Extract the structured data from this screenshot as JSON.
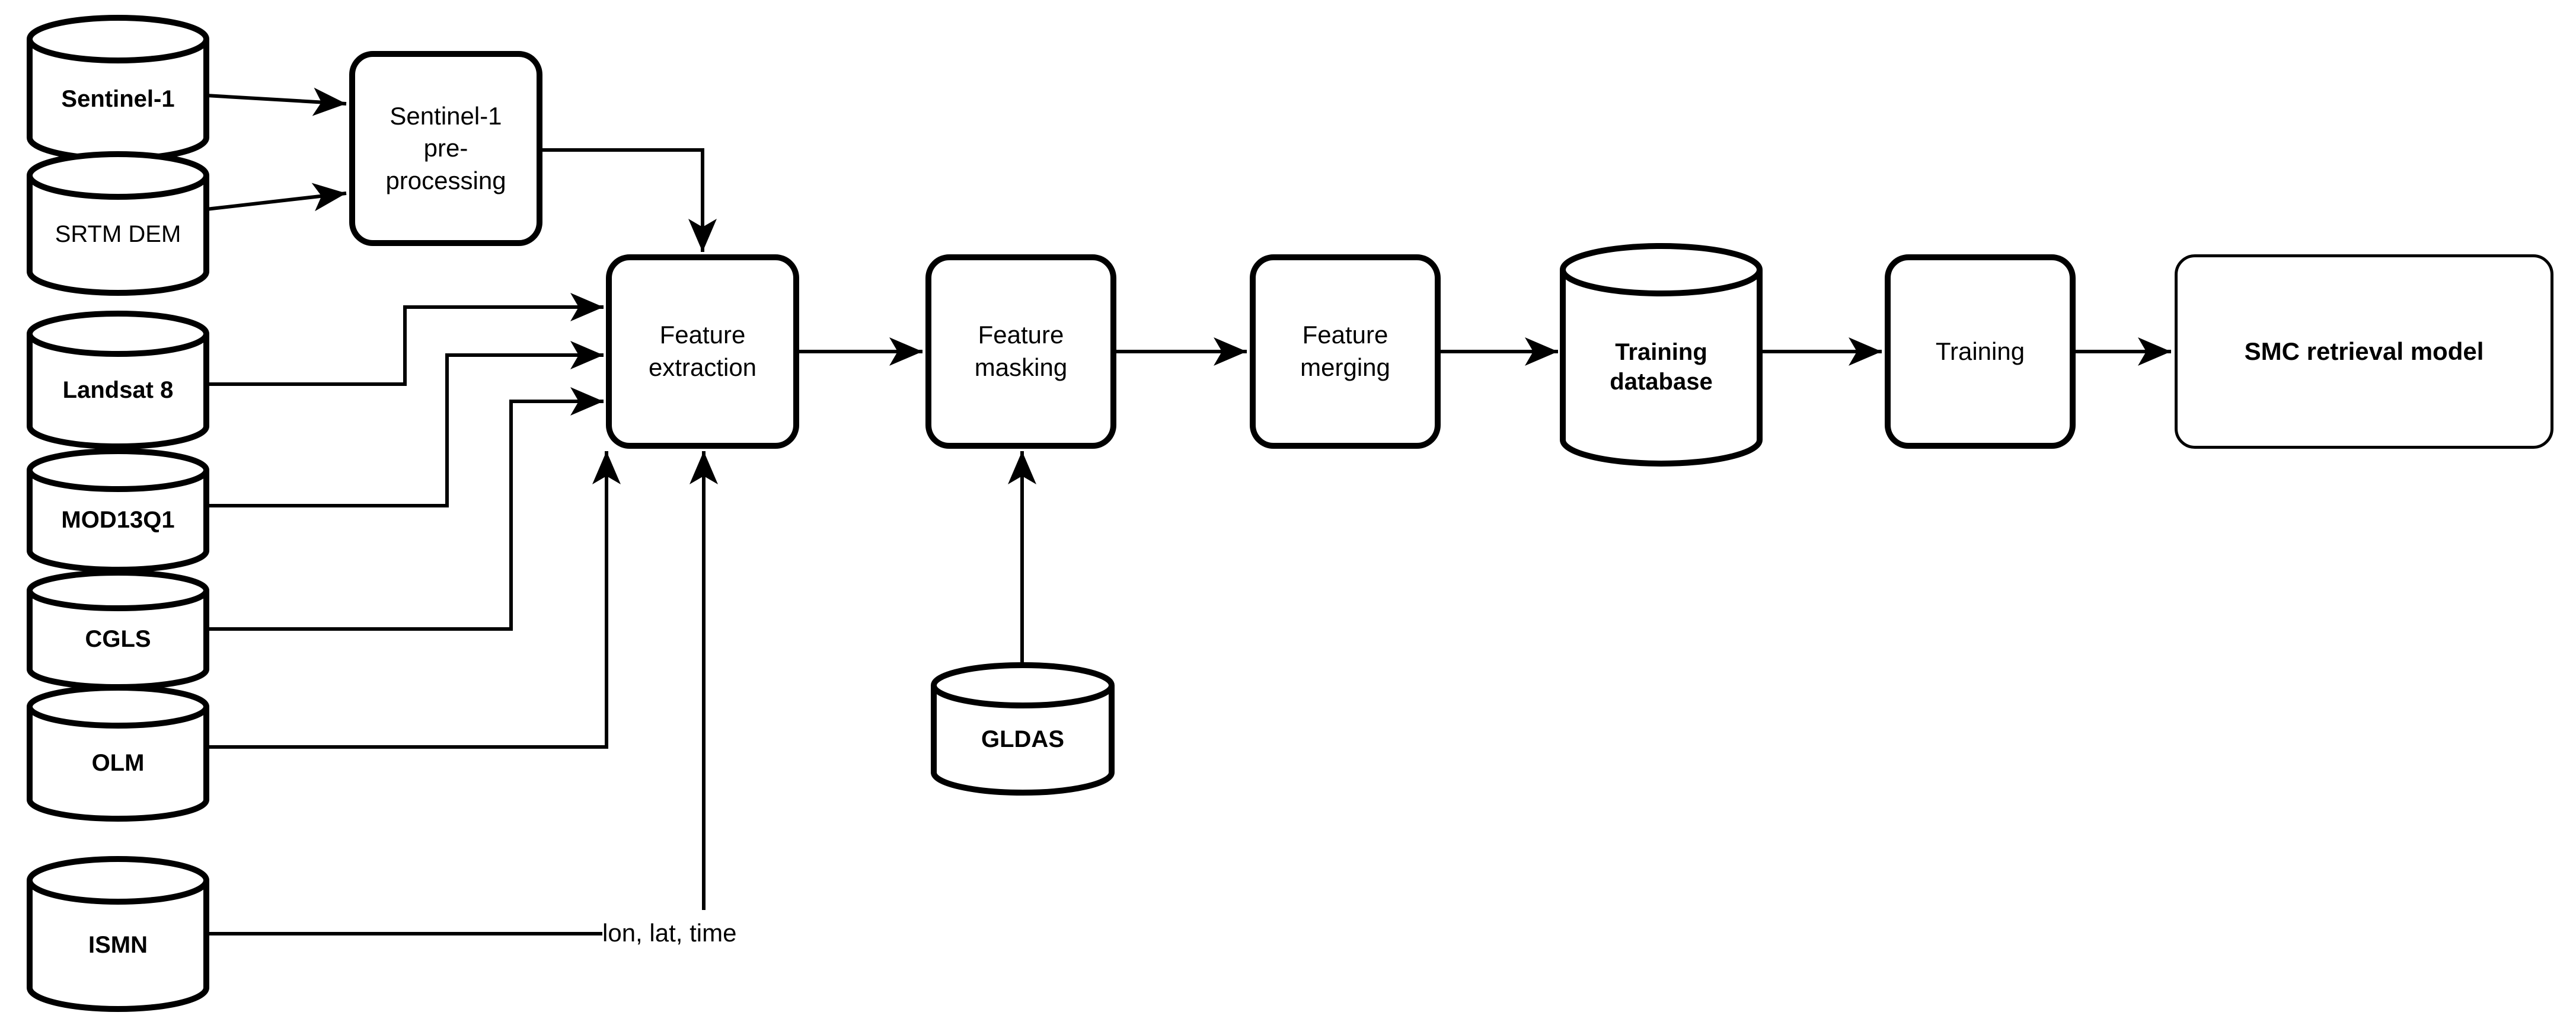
{
  "diagram": {
    "colors": {
      "ink": "#000000",
      "background": "#ffffff"
    },
    "nodes": {
      "sentinel1": {
        "label": "Sentinel-1",
        "shape": "cylinder"
      },
      "srtm_dem": {
        "label": "SRTM DEM",
        "shape": "cylinder"
      },
      "landsat8": {
        "label": "Landsat 8",
        "shape": "cylinder"
      },
      "mod13q1": {
        "label": "MOD13Q1",
        "shape": "cylinder"
      },
      "cgls": {
        "label": "CGLS",
        "shape": "cylinder"
      },
      "olm": {
        "label": "OLM",
        "shape": "cylinder"
      },
      "ismn": {
        "label": "ISMN",
        "shape": "cylinder"
      },
      "gldas": {
        "label": "GLDAS",
        "shape": "cylinder"
      },
      "training_database": {
        "label": "Training\ndatabase",
        "shape": "cylinder"
      },
      "preprocessing": {
        "label": "Sentinel-1\npre-\nprocessing",
        "shape": "process"
      },
      "feature_extraction": {
        "label": "Feature\nextraction",
        "shape": "process"
      },
      "feature_masking": {
        "label": "Feature\nmasking",
        "shape": "process"
      },
      "feature_merging": {
        "label": "Feature\nmerging",
        "shape": "process"
      },
      "training": {
        "label": "Training",
        "shape": "process"
      },
      "smc_model": {
        "label": "SMC retrieval model",
        "shape": "output"
      }
    },
    "annotations": {
      "lon_lat_time": "lon, lat, time"
    },
    "edges": [
      {
        "from": "Sentinel-1",
        "to": "Sentinel-1 pre-processing"
      },
      {
        "from": "SRTM DEM",
        "to": "Sentinel-1 pre-processing"
      },
      {
        "from": "Sentinel-1 pre-processing",
        "to": "Feature extraction"
      },
      {
        "from": "Landsat 8",
        "to": "Feature extraction"
      },
      {
        "from": "MOD13Q1",
        "to": "Feature extraction"
      },
      {
        "from": "CGLS",
        "to": "Feature extraction"
      },
      {
        "from": "OLM",
        "to": "Feature extraction"
      },
      {
        "from": "ISMN",
        "to": "Feature extraction",
        "label": "lon, lat, time"
      },
      {
        "from": "GLDAS",
        "to": "Feature masking"
      },
      {
        "from": "Feature extraction",
        "to": "Feature masking"
      },
      {
        "from": "Feature masking",
        "to": "Feature merging"
      },
      {
        "from": "Feature merging",
        "to": "Training database"
      },
      {
        "from": "Training database",
        "to": "Training"
      },
      {
        "from": "Training",
        "to": "SMC retrieval model"
      }
    ]
  }
}
